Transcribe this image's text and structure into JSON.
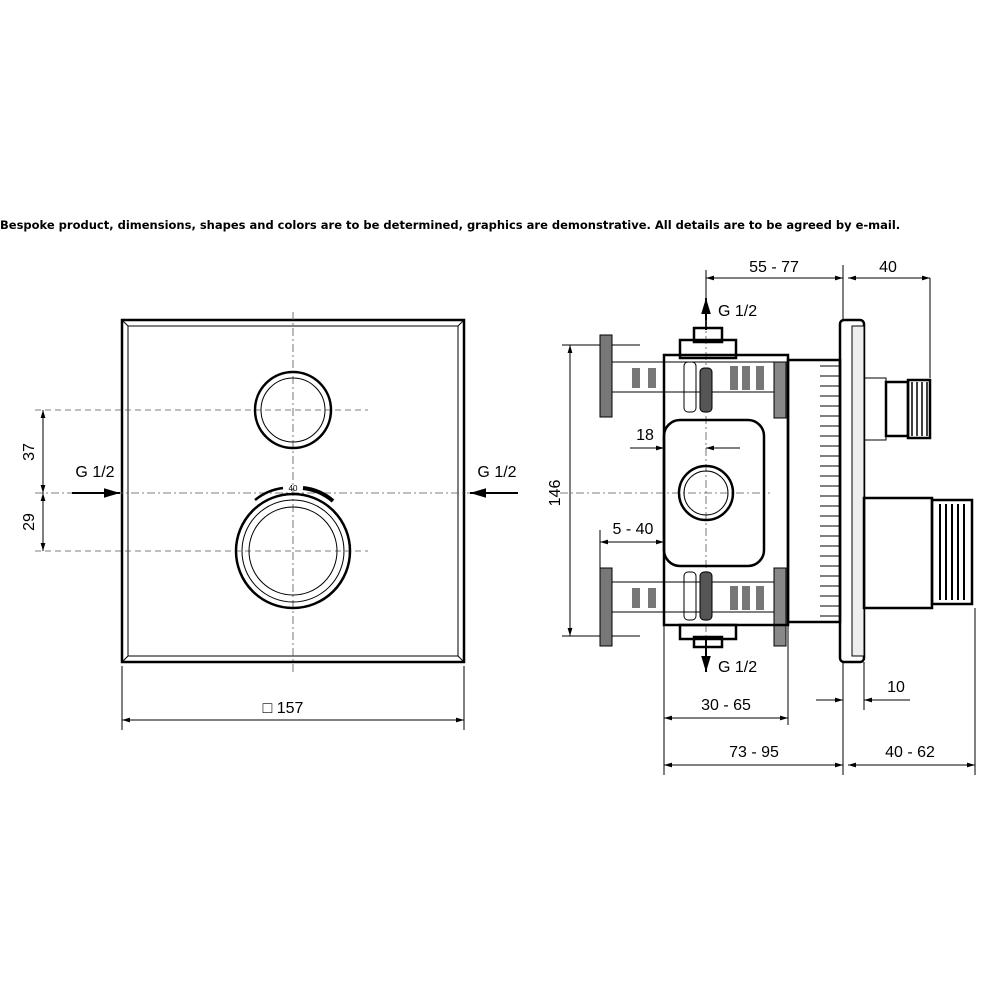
{
  "note": "Bespoke product, dimensions, shapes and colors are to be determined, graphics are demonstrative. All details are to be agreed by e-mail.",
  "front_view": {
    "dim_37": "37",
    "dim_29": "29",
    "inlet_left": "G 1/2",
    "inlet_right": "G 1/2",
    "scale_mark": "40",
    "width": "□ 157"
  },
  "side_view": {
    "dim_55_77": "55 - 77",
    "dim_40_top": "40",
    "outlet_top": "G 1/2",
    "dim_18": "18",
    "dim_146": "146",
    "dim_5_40": "5 - 40",
    "outlet_bottom": "G 1/2",
    "dim_10": "10",
    "dim_30_65": "30 - 65",
    "dim_73_95": "73 - 95",
    "dim_40_62": "40 - 62"
  }
}
